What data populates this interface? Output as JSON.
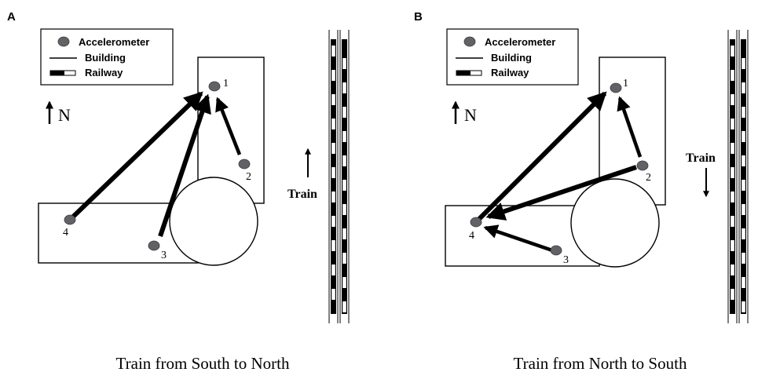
{
  "panels": [
    {
      "letter": "A",
      "caption": "Train from South to North",
      "legend": {
        "accelerometer": "Accelerometer",
        "building": "Building",
        "railway": "Railway"
      },
      "north_label": "N",
      "train_label": "Train",
      "train_direction": "north",
      "sensors": [
        {
          "id": "1",
          "label": "1"
        },
        {
          "id": "2",
          "label": "2"
        },
        {
          "id": "3",
          "label": "3"
        },
        {
          "id": "4",
          "label": "4"
        }
      ],
      "paths": [
        {
          "from": "4",
          "to": "1"
        },
        {
          "from": "3",
          "to": "1"
        },
        {
          "from": "2",
          "to": "1"
        }
      ]
    },
    {
      "letter": "B",
      "caption": "Train from North to South",
      "legend": {
        "accelerometer": "Accelerometer",
        "building": "Building",
        "railway": "Railway"
      },
      "north_label": "N",
      "train_label": "Train",
      "train_direction": "south",
      "sensors": [
        {
          "id": "1",
          "label": "1"
        },
        {
          "id": "2",
          "label": "2"
        },
        {
          "id": "3",
          "label": "3"
        },
        {
          "id": "4",
          "label": "4"
        }
      ],
      "paths": [
        {
          "from": "4",
          "to": "1"
        },
        {
          "from": "2",
          "to": "1"
        },
        {
          "from": "2",
          "to": "4"
        },
        {
          "from": "3",
          "to": "4"
        }
      ]
    }
  ],
  "colors": {
    "sensor_fill": "#606266",
    "stroke": "#000000",
    "background": "#ffffff"
  }
}
